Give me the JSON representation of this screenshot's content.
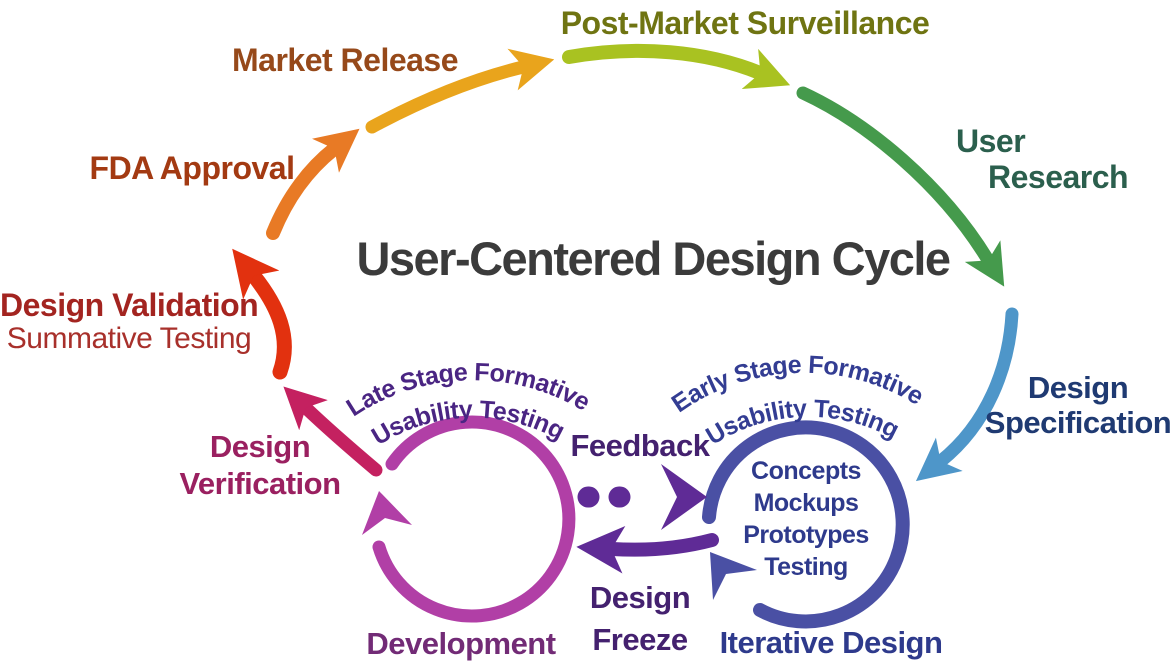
{
  "title": "User-Centered Design Cycle",
  "stages": {
    "post_market_surveillance": {
      "label": "Post-Market Surveillance",
      "color": "#6F7412"
    },
    "user_research": {
      "line1": "User",
      "line2": "Research",
      "color": "#2B5F4D"
    },
    "design_specification": {
      "line1": "Design",
      "line2": "Specification",
      "color": "#1F3A72"
    },
    "design_verification": {
      "line1": "Design",
      "line2": "Verification",
      "color": "#9A2060"
    },
    "design_validation": {
      "label": "Design Validation",
      "sublabel": "Summative Testing",
      "color": "#A32420"
    },
    "fda_approval": {
      "label": "FDA Approval",
      "color": "#A33A12"
    },
    "market_release": {
      "label": "Market Release",
      "color": "#96491A"
    }
  },
  "left_cycle": {
    "curved_line1": "Late Stage Formative",
    "curved_line2": "Usability Testing",
    "bottom_label": "Development",
    "circle_color": "#B13FA6",
    "text_color": "#4A2583"
  },
  "right_cycle": {
    "curved_line1": "Early Stage Formative",
    "curved_line2": "Usability Testing",
    "items": [
      "Concepts",
      "Mockups",
      "Prototypes",
      "Testing"
    ],
    "bottom_label": "Iterative Design",
    "circle_color": "#4A50A4",
    "text_color": "#333D93"
  },
  "connectors": {
    "feedback": {
      "label": "Feedback",
      "style": "dashed",
      "direction": "left-to-right",
      "color": "#5F2B96"
    },
    "design_freeze": {
      "line1": "Design",
      "line2": "Freeze",
      "style": "solid",
      "direction": "right-to-left",
      "color": "#5F2B96"
    }
  },
  "arrows": {
    "validation_to_fda": "#E2310F",
    "fda_to_market": "#E87A25",
    "market_to_postmarket": "#E9A41C",
    "postmarket_to_research": "#A9C221",
    "research_to_specification": "#459A4C",
    "specification_to_iterative": "#4E96C9",
    "verification_to_validation": "#C42160"
  },
  "colors": {
    "background": "#FFFFFF",
    "title": "#3B3B3B"
  }
}
